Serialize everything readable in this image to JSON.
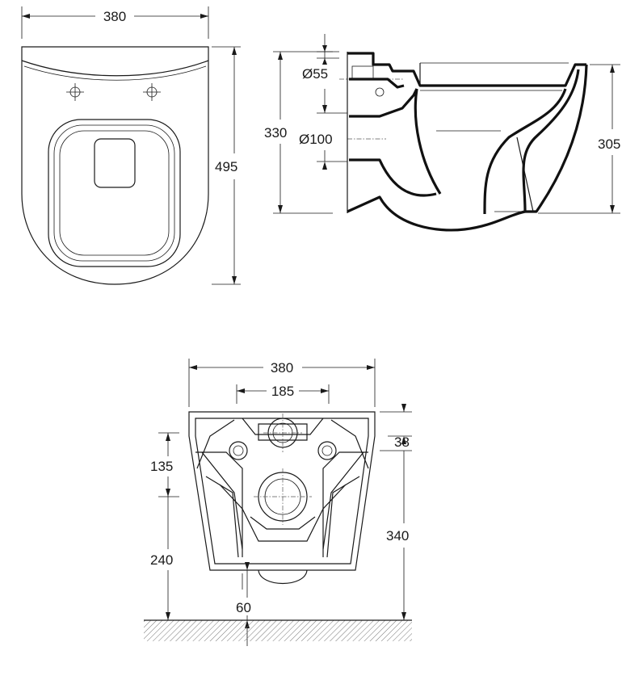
{
  "top_view": {
    "width_label": "380",
    "length_label": "495"
  },
  "side_view": {
    "height_label": "330",
    "inlet_label": "Ø55",
    "outlet_label": "Ø100",
    "rim_height_label": "305"
  },
  "rear_view": {
    "width_label": "380",
    "fixing_spacing_label": "185",
    "top_offset_label": "38",
    "fixing_to_outlet_label": "135",
    "outlet_height_label": "240",
    "total_height_label": "340",
    "bottom_offset_label": "60"
  }
}
